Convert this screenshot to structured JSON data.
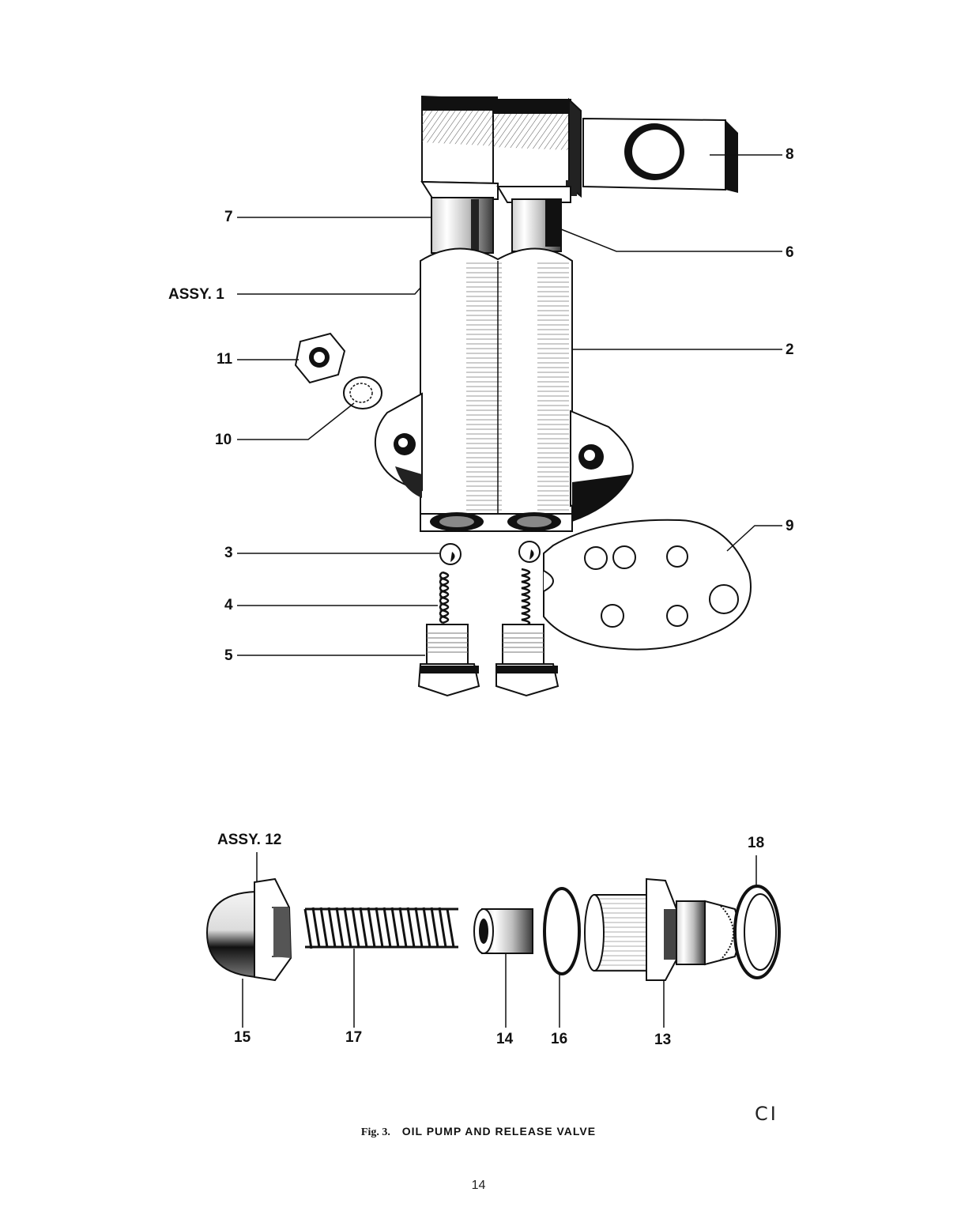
{
  "figure": {
    "caption_prefix": "Fig. 3.",
    "caption_title": "OIL PUMP AND RELEASE VALVE",
    "corner_code": "CI",
    "page_number": "14"
  },
  "labels": {
    "l8": "8",
    "l7": "7",
    "l6": "6",
    "assy1": "ASSY. 1",
    "l2": "2",
    "l11": "11",
    "l10": "10",
    "l9": "9",
    "l3": "3",
    "l4": "4",
    "l5": "5",
    "assy12": "ASSY. 12",
    "l18": "18",
    "l15": "15",
    "l17": "17",
    "l14": "14",
    "l16": "16",
    "l13": "13"
  }
}
